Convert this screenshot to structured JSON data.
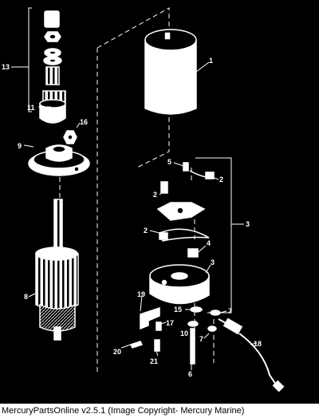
{
  "caption": "MercuryPartsOnline v2.5.1 (Image Copyright- Mercury Marine)",
  "colors": {
    "background": "#000000",
    "drawing": "#ffffff",
    "caption_bg": "#ffffff",
    "caption_text": "#000000"
  },
  "callouts": {
    "c1": "1",
    "c2a": "2",
    "c2b": "2",
    "c2c": "2",
    "c3a": "3",
    "c3b": "3",
    "c4": "4",
    "c5": "5",
    "c6": "6",
    "c7a": "7",
    "c7b": "7",
    "c8": "8",
    "c9": "9",
    "c10": "10",
    "c11": "11",
    "c13": "13",
    "c15": "15",
    "c16": "16",
    "c17": "17",
    "c18": "18",
    "c19": "19",
    "c20": "20",
    "c21": "21"
  }
}
